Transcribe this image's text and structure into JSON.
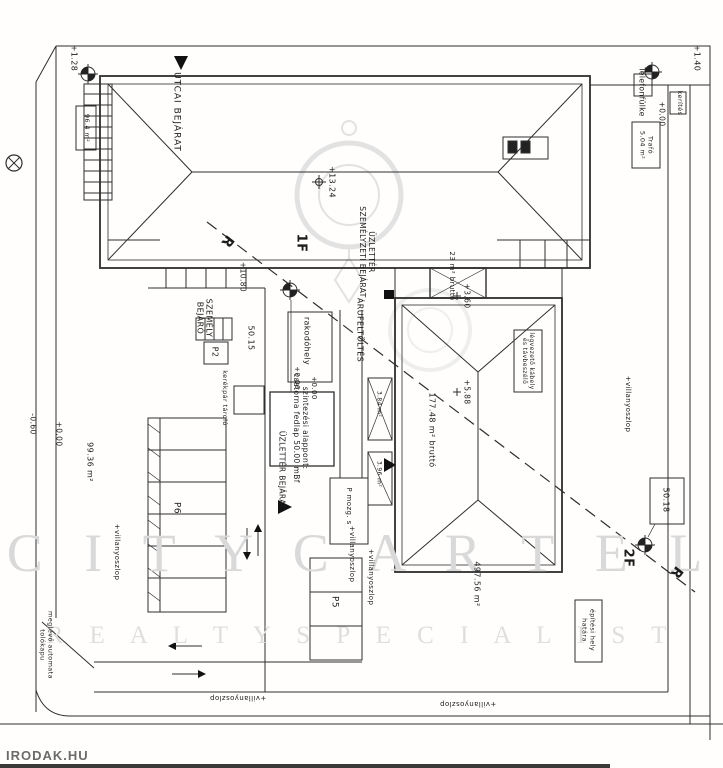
{
  "watermark": {
    "brand_line1": "C I T Y C A R T E L",
    "brand_line2": "R E A L T Y   S P E C I A L I S T",
    "site_logo": "IRODAK.HU"
  },
  "labels": {
    "level_plus_1_28": "+1.28",
    "stair_area": "96.4 m²",
    "utcai_bejarat": "UTCAI BEJÁRAT",
    "level_plus_13_24": "+13.24",
    "telefonfulke": "Telefonfülke",
    "level_plus_1_40": "+1.40",
    "kerites": "kerítés",
    "level_plus_0_00_ne": "+0.00",
    "trafo": "Trafó\n5.04 m²",
    "section_r_upper": "R",
    "building_1f": "1F",
    "uzletter_szemelyzeti_bejarat": "ÜZLETTÉR\nSZEMÉLYZETI BEJÁRAT",
    "level_plus_10_80": "+10.80",
    "brutto_23": "23 m² bruttó",
    "level_plus_3_60": "+3.60",
    "szemely_bejaro": "SZEMÉLY\nBEJÁRÓ",
    "parking_p2": "P2",
    "benchmark_50_15": "50.15",
    "rakodohely": "rakodóhely",
    "arufeltoltes": "ÁRUFELTÖLTÉS",
    "level_plus_0_06": "+0.06",
    "level_plus_0_00_mid": "+0.00",
    "kerekpar_tarolo": "kerékpár tároló",
    "szintezesi_alappont": "szintezési alappont:\ncsatorna fedlap 50.00 mBf",
    "uzletter_bejarat": "ÜZLETTÉR BEJÁRAT",
    "area_3_84": "3.84 m²",
    "area_3_96": "3.96 m²",
    "level_plus_5_88": "+5.88",
    "brutto_177_48": "177.48 m² bruttó",
    "legvezeto": "légvezető kábely\nés távbeszélő",
    "level_minus_0_60": "-0.60",
    "level_plus_0_00_w": "+0.00",
    "area_99_36": "99.36 m²",
    "villanyoszlop_w": "+villanyoszlop",
    "parking_p6": "P6",
    "villanyoszlop_mid1": "+villanyoszlop",
    "villanyoszlop_mid2": "+villanyoszlop",
    "parking_mozg": "P mozg. s",
    "parking_p5": "P5",
    "building_2f": "2F",
    "section_r_lower": "R",
    "benchmark_50_18": "50.18",
    "area_497_56": "497.56 m²",
    "epitesi_hely": "építési hely\nhatára",
    "meglevo_kapu": "meglévő automata\ntolókapu",
    "villanyoszlop_s1": "+villanyoszlop",
    "villanyoszlop_s2": "+villanyoszlop",
    "villanyoszlop_e": "+villanyoszlop"
  }
}
